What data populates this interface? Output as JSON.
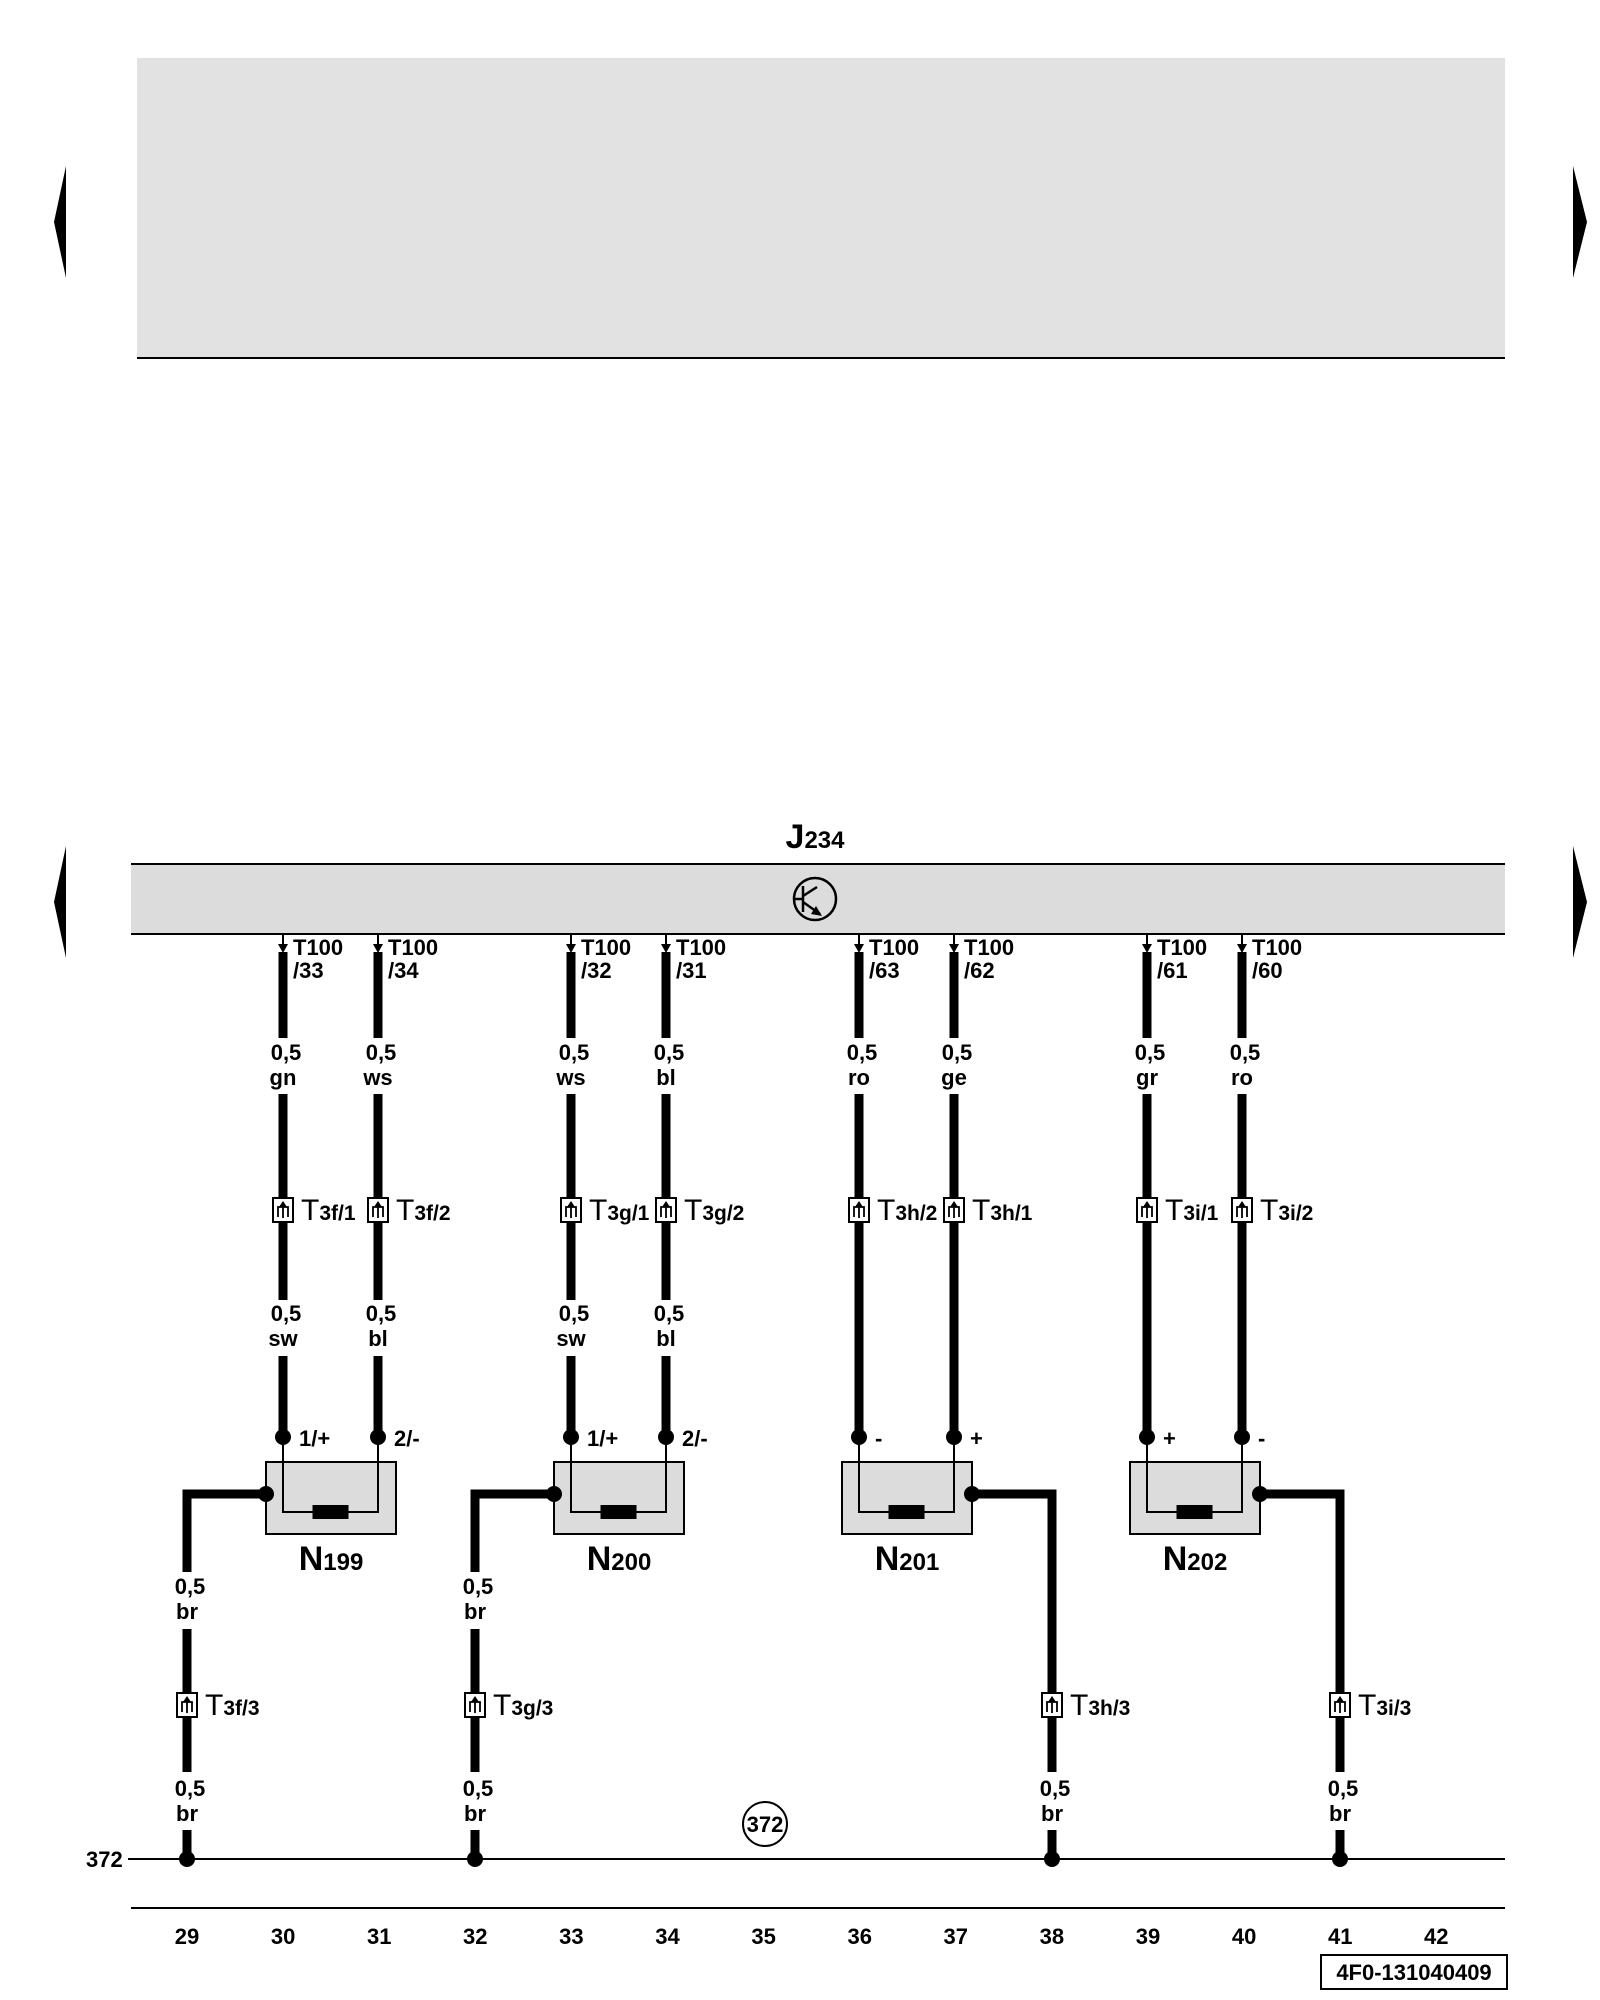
{
  "control_unit": {
    "label": "J",
    "sub": "234"
  },
  "components": [
    {
      "label": "N",
      "sub": "199"
    },
    {
      "label": "N",
      "sub": "200"
    },
    {
      "label": "N",
      "sub": "201"
    },
    {
      "label": "N",
      "sub": "202"
    }
  ],
  "wires": [
    {
      "pin_top": "T100",
      "pin_bottom": "/33",
      "upper_size": "0,5",
      "upper_color": "gn",
      "connector": "T",
      "connector_sub": "3f/1",
      "lower_size": "0,5",
      "lower_color": "sw",
      "terminal": "1/+"
    },
    {
      "pin_top": "T100",
      "pin_bottom": "/34",
      "upper_size": "0,5",
      "upper_color": "ws",
      "connector": "T",
      "connector_sub": "3f/2",
      "lower_size": "0,5",
      "lower_color": "bl",
      "terminal": "2/-"
    },
    {
      "pin_top": "T100",
      "pin_bottom": "/32",
      "upper_size": "0,5",
      "upper_color": "ws",
      "connector": "T",
      "connector_sub": "3g/1",
      "lower_size": "0,5",
      "lower_color": "sw",
      "terminal": "1/+"
    },
    {
      "pin_top": "T100",
      "pin_bottom": "/31",
      "upper_size": "0,5",
      "upper_color": "bl",
      "connector": "T",
      "connector_sub": "3g/2",
      "lower_size": "0,5",
      "lower_color": "bl",
      "terminal": "2/-"
    },
    {
      "pin_top": "T100",
      "pin_bottom": "/63",
      "upper_size": "0,5",
      "upper_color": "ro",
      "connector": "T",
      "connector_sub": "3h/2",
      "lower_size": "",
      "lower_color": "",
      "terminal": "-"
    },
    {
      "pin_top": "T100",
      "pin_bottom": "/62",
      "upper_size": "0,5",
      "upper_color": "ge",
      "connector": "T",
      "connector_sub": "3h/1",
      "lower_size": "",
      "lower_color": "",
      "terminal": "+"
    },
    {
      "pin_top": "T100",
      "pin_bottom": "/61",
      "upper_size": "0,5",
      "upper_color": "gr",
      "connector": "T",
      "connector_sub": "3i/1",
      "lower_size": "",
      "lower_color": "",
      "terminal": "+"
    },
    {
      "pin_top": "T100",
      "pin_bottom": "/60",
      "upper_size": "0,5",
      "upper_color": "ro",
      "connector": "T",
      "connector_sub": "3i/2",
      "lower_size": "",
      "lower_color": "",
      "terminal": "-"
    }
  ],
  "ground_wires": [
    {
      "upper_size": "0,5",
      "upper_color": "br",
      "connector": "T",
      "connector_sub": "3f/3",
      "lower_size": "0,5",
      "lower_color": "br"
    },
    {
      "upper_size": "0,5",
      "upper_color": "br",
      "connector": "T",
      "connector_sub": "3g/3",
      "lower_size": "0,5",
      "lower_color": "br"
    },
    {
      "upper_size": "",
      "upper_color": "",
      "connector": "T",
      "connector_sub": "3h/3",
      "lower_size": "0,5",
      "lower_color": "br"
    },
    {
      "upper_size": "",
      "upper_color": "",
      "connector": "T",
      "connector_sub": "3i/3",
      "lower_size": "0,5",
      "lower_color": "br"
    }
  ],
  "ground": {
    "line_label": "372",
    "circle_label": "372"
  },
  "columns": [
    "29",
    "30",
    "31",
    "32",
    "33",
    "34",
    "35",
    "36",
    "37",
    "38",
    "39",
    "40",
    "41",
    "42"
  ],
  "diagram_id": "4F0-131040409",
  "colors": {
    "panel_fill": "#e2e2e2",
    "box_fill": "#dcdcdc",
    "ink": "#000000"
  }
}
